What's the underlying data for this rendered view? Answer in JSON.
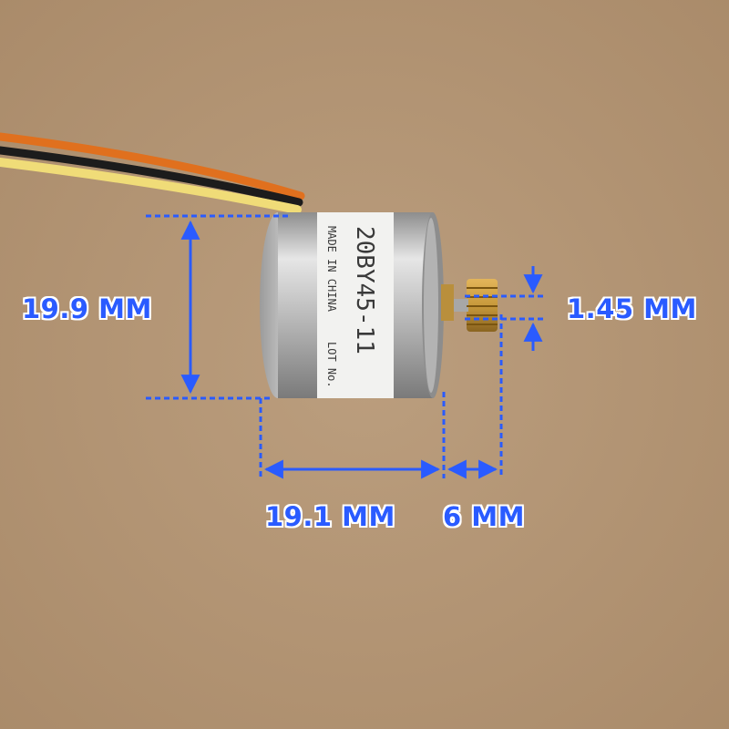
{
  "photo": {
    "motor_model": "20BY45-11",
    "label_made_in": "MADE IN CHINA",
    "label_lot": "LOT No."
  },
  "dimensions": {
    "height": "19.9 MM",
    "body_length": "19.1 MM",
    "shaft_length": "6 MM",
    "gear_offset": "1.45 MM"
  },
  "colors": {
    "background": "#b59877",
    "dimension_blue": "#2a5bff",
    "wire_yellow": "#f0dc78",
    "wire_black": "#1c1c1c",
    "wire_orange": "#e0701e",
    "motor_steel": "#c8c8c8",
    "gear_brass": "#c89a3c"
  }
}
